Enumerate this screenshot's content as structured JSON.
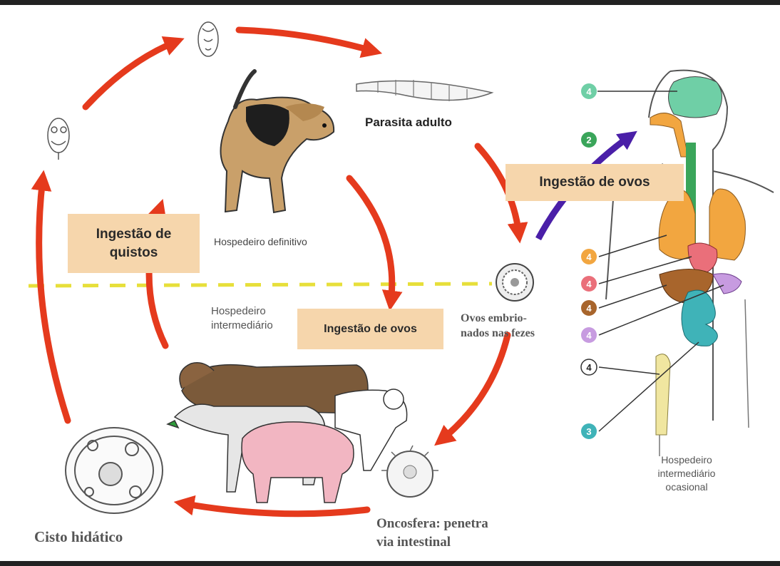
{
  "labels": {
    "adult_parasite": "Parasita adulto",
    "definitive_host": "Hospedeiro definitivo",
    "intermediate_host_line1": "Hospedeiro",
    "intermediate_host_line2": "intermediário",
    "eggs_line1": "Ovos embrio-",
    "eggs_line2": "nados nas fezes",
    "oncosphere_line1": "Oncosfera: penetra",
    "oncosphere_line2": "via intestinal",
    "hydatid_cyst": "Cisto hidático",
    "occasional_host_line1": "Hospedeiro",
    "occasional_host_line2": "intermediário",
    "occasional_host_line3": "ocasional"
  },
  "boxes": {
    "cyst_ingestion_line1": "Ingestão de",
    "cyst_ingestion_line2": "quistos",
    "egg_ingestion_center": "Ingestão de ovos",
    "egg_ingestion_human": "Ingestão de ovos"
  },
  "organ_markers": [
    {
      "organ": "brain",
      "number": "4",
      "color": "#6fcfa6"
    },
    {
      "organ": "nasal",
      "number": "2",
      "color": "#3aa55a"
    },
    {
      "organ": "lungs",
      "number": "4",
      "color": "#f2a640"
    },
    {
      "organ": "heart",
      "number": "4",
      "color": "#ea6f7a"
    },
    {
      "organ": "liver",
      "number": "4",
      "color": "#a8652c"
    },
    {
      "organ": "kidney",
      "number": "4",
      "color": "#c79be0"
    },
    {
      "organ": "bone",
      "number": "4",
      "color": "#ffffff"
    },
    {
      "organ": "intestine",
      "number": "3",
      "color": "#3fb3b8"
    }
  ],
  "colors": {
    "cycle_arrow": "#e53a1d",
    "infection_arrow": "#4a1fa8",
    "host_divider": "#e7df3a",
    "label_box": "#f6d6ac"
  }
}
